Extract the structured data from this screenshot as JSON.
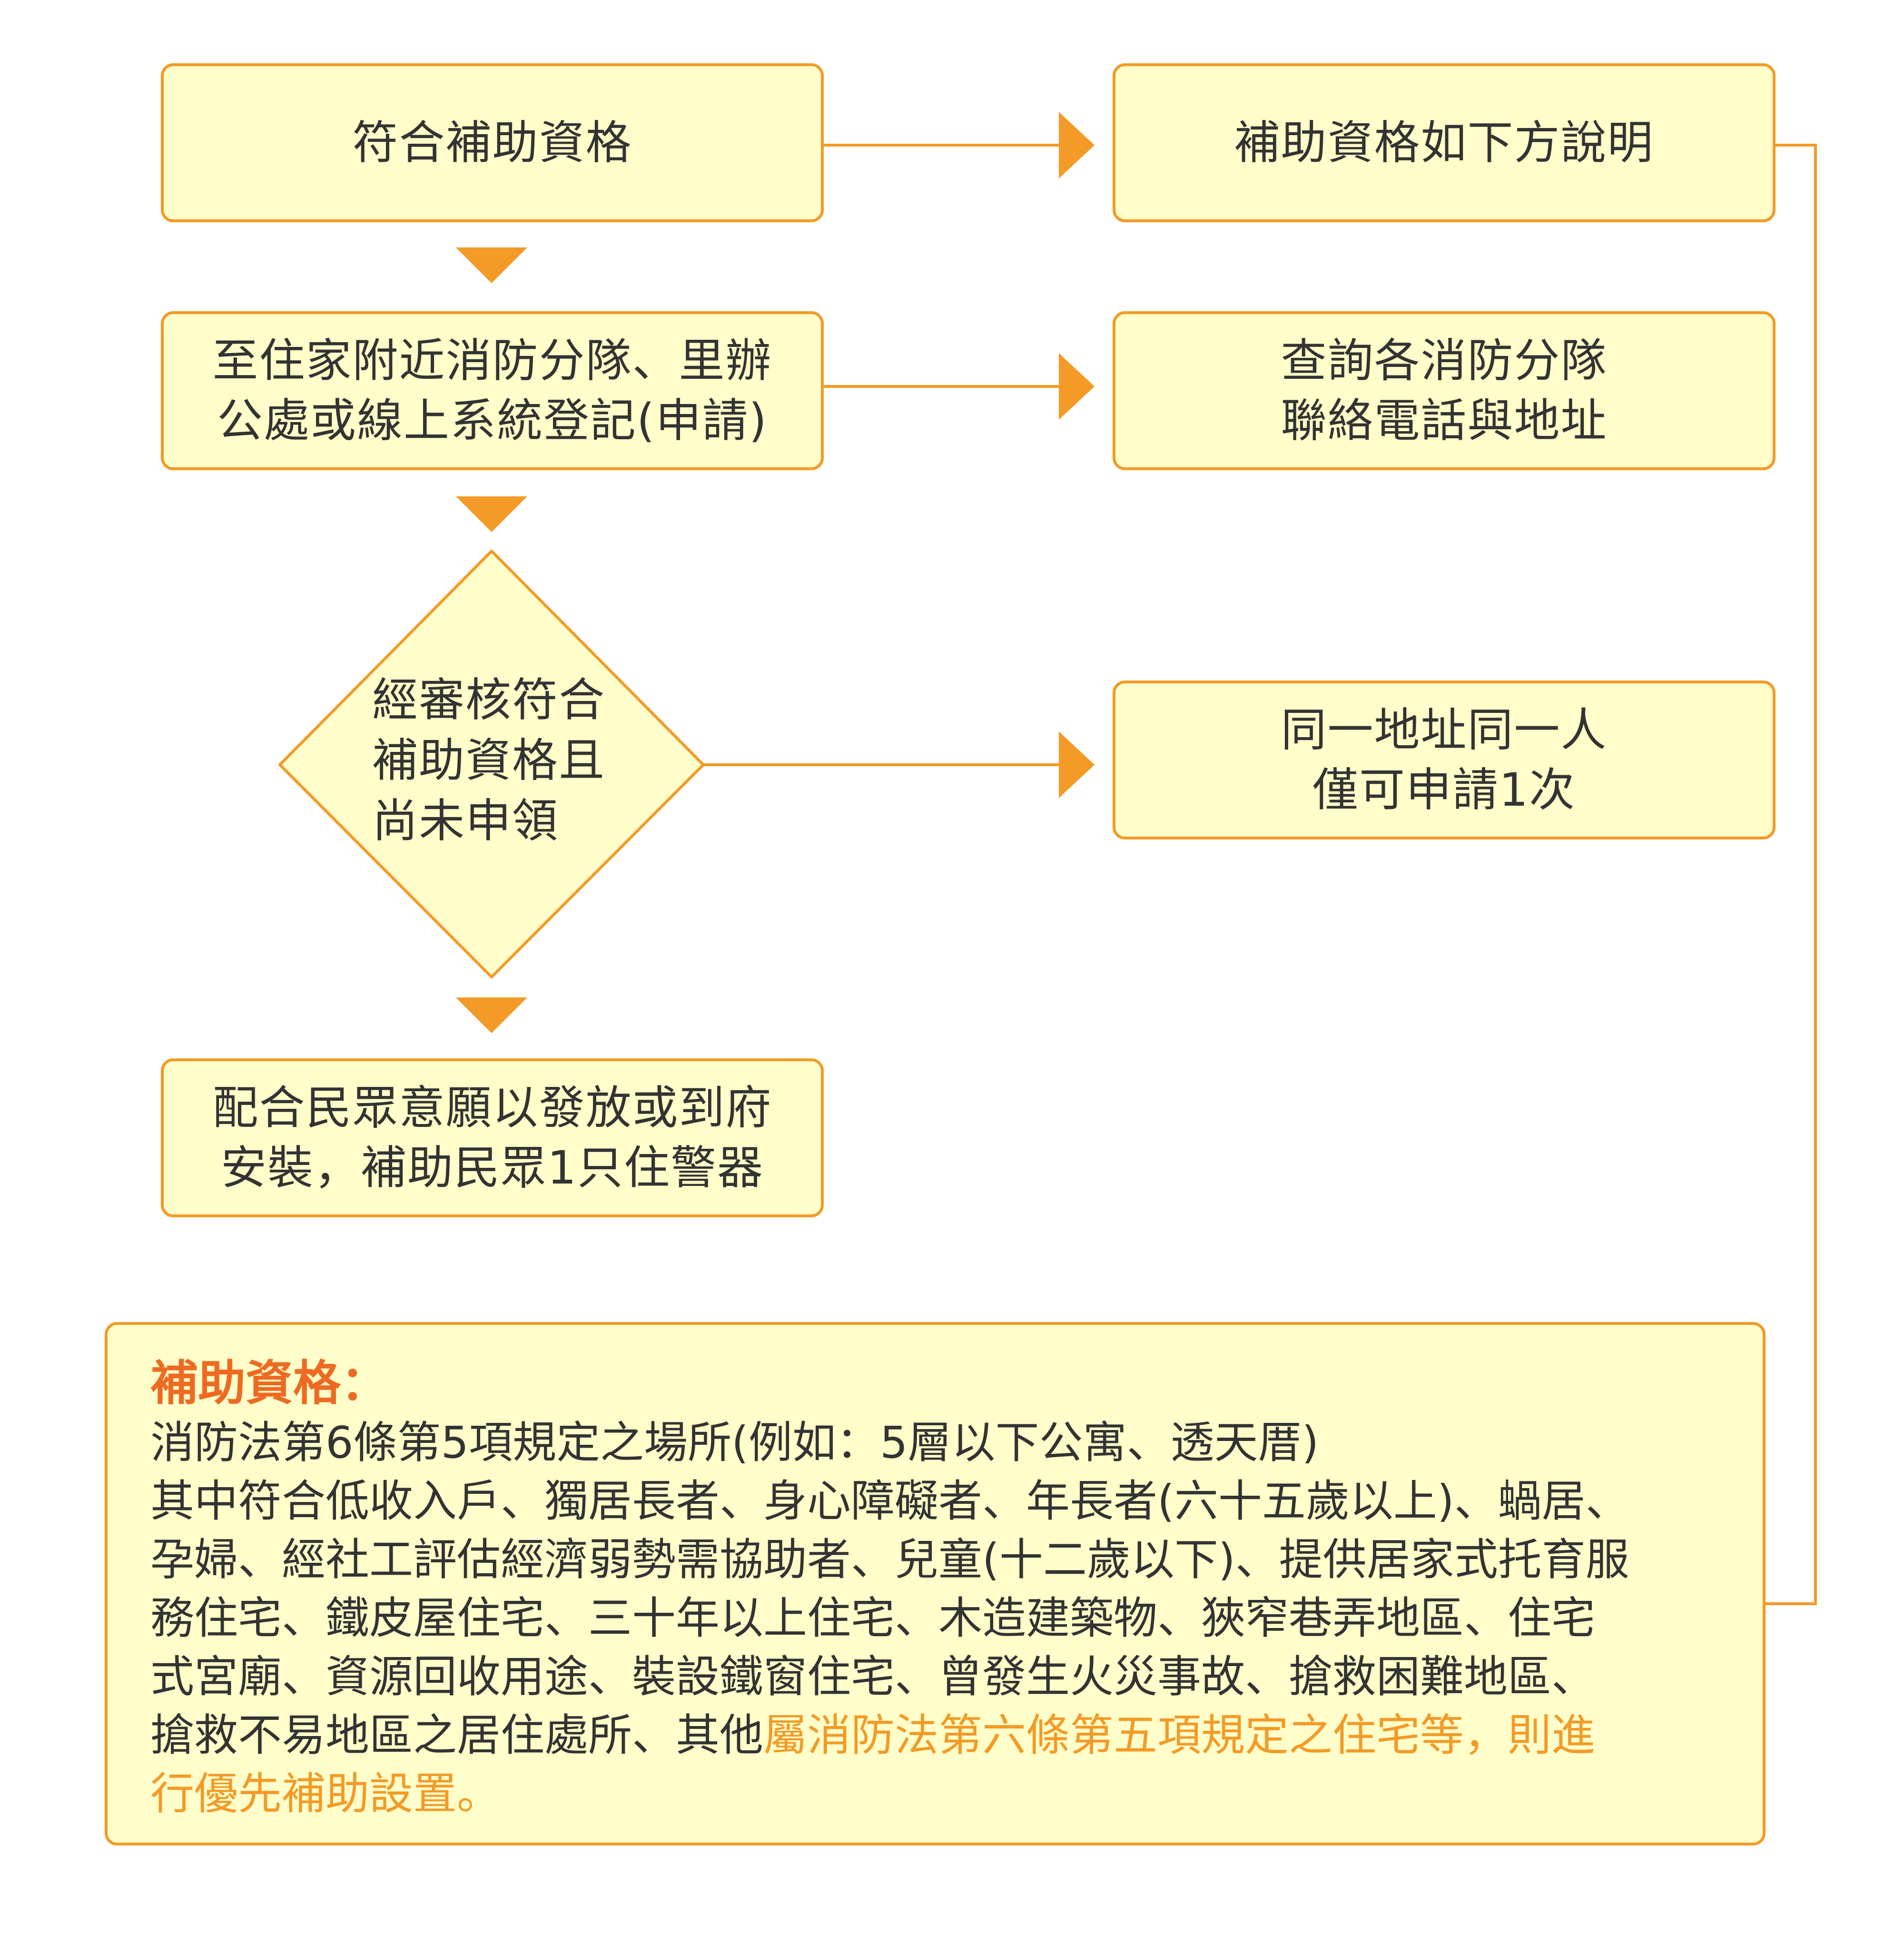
{
  "boxes": {
    "qualify": {
      "lines": [
        "符合補助資格"
      ]
    },
    "qualify_note": {
      "lines": [
        "補助資格如下方說明"
      ]
    },
    "register": {
      "lines": [
        "至住家附近消防分隊、里辦",
        "公處或線上系統登記(申請)"
      ]
    },
    "query": {
      "lines": [
        "查詢各消防分隊",
        "聯絡電話與地址"
      ]
    },
    "review": {
      "lines": [
        "經審核符合",
        "補助資格且",
        "尚未申領"
      ]
    },
    "limit": {
      "lines": [
        "同一地址同一人",
        "僅可申請1次"
      ]
    },
    "install": {
      "lines": [
        "配合民眾意願以發放或到府",
        "安裝，補助民眾1只住警器"
      ]
    }
  },
  "eligibility": {
    "title": "補助資格：",
    "rows": [
      {
        "text": "消防法第6條第5項規定之場所(例如：5層以下公寓、透天厝)",
        "highlight": ""
      },
      {
        "text": "其中符合低收入戶、獨居長者、身心障礙者、年長者(六十五歲以上)、蝸居、",
        "highlight": ""
      },
      {
        "text": "孕婦、經社工評估經濟弱勢需協助者、兒童(十二歲以下)、提供居家式托育服",
        "highlight": ""
      },
      {
        "text": "務住宅、鐵皮屋住宅、三十年以上住宅、木造建築物、狹窄巷弄地區、住宅",
        "highlight": ""
      },
      {
        "text": "式宮廟、資源回收用途、裝設鐵窗住宅、曾發生火災事故、搶救困難地區、",
        "highlight": ""
      },
      {
        "text": "搶救不易地區之居住處所、其他",
        "highlight": "屬消防法第六條第五項規定之住宅等，則進"
      },
      {
        "text": "",
        "highlight": "行優先補助設置。"
      }
    ]
  },
  "colors": {
    "border": "#f39a27",
    "fill": "#fffdc9",
    "title": "#ee6a22",
    "text": "#333333"
  }
}
